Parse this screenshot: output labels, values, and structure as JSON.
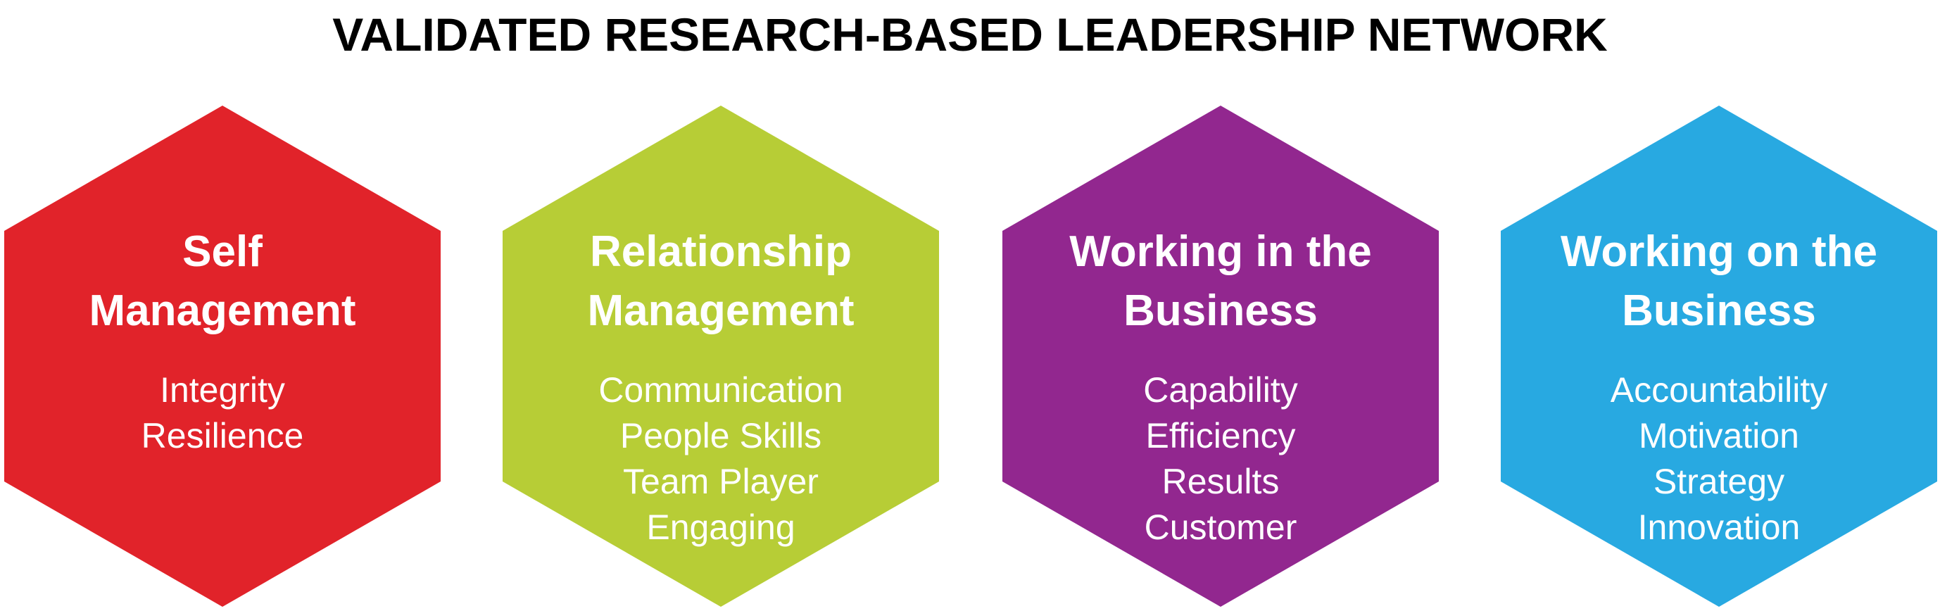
{
  "title": "VALIDATED RESEARCH-BASED LEADERSHIP NETWORK",
  "hexagons": [
    {
      "title": "Self\nManagement",
      "color": "#E1232A",
      "items": [
        "Integrity",
        "Resilience"
      ]
    },
    {
      "title": "Relationship\nManagement",
      "color": "#B7CD36",
      "items": [
        "Communication",
        "People Skills",
        "Team Player",
        "Engaging"
      ]
    },
    {
      "title": "Working in the\nBusiness",
      "color": "#92278F",
      "items": [
        "Capability",
        "Efficiency",
        "Results",
        "Customer"
      ]
    },
    {
      "title": "Working on the\nBusiness",
      "color": "#28A9E1",
      "items": [
        "Accountability",
        "Motivation",
        "Strategy",
        "Innovation"
      ]
    }
  ]
}
